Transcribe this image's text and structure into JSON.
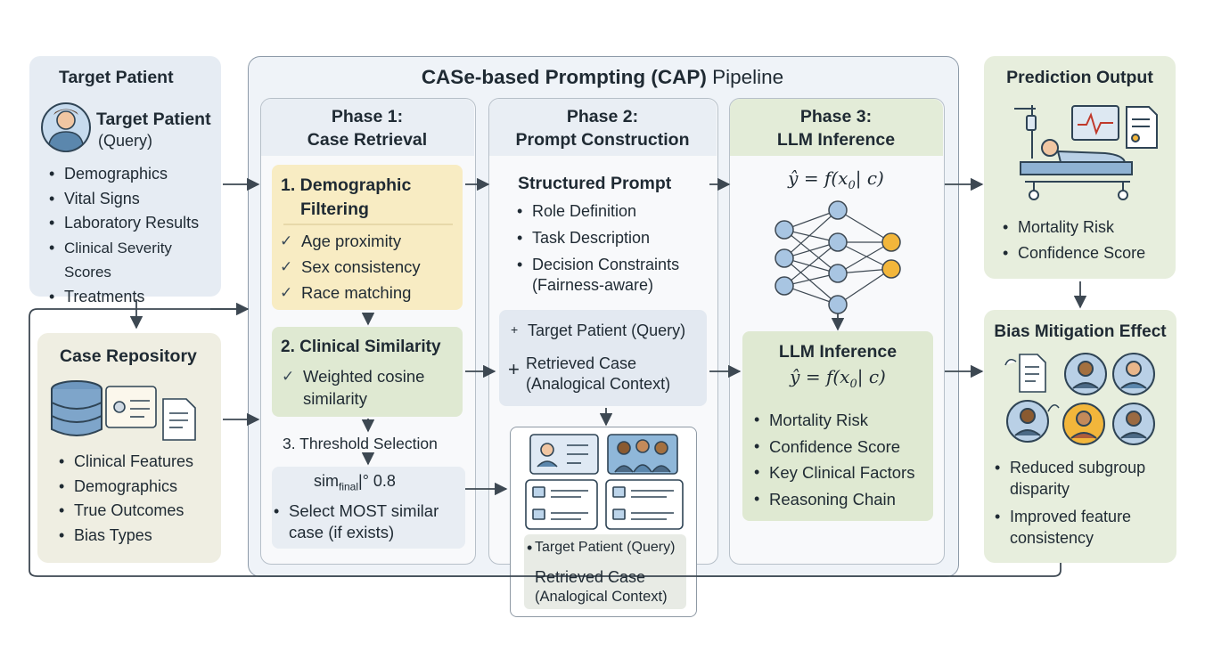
{
  "colors": {
    "blue_panel": "#e6ecf3",
    "beige_panel": "#efeee2",
    "green_panel": "#e7eedd",
    "yellow_panel": "#f8ecc3",
    "green_inner": "#dfe9d2",
    "pipeline_bg": "#eff3f8",
    "line": "#3d4852",
    "node_blue": "#a8c5e2",
    "node_orange": "#f2b63b"
  },
  "target_patient": {
    "title": "Target Patient",
    "label": "Target Patient",
    "sublabel": "(Query)",
    "items": [
      "Demographics",
      "Vital Signs",
      "Laboratory Results",
      "Clinical Severity Scores",
      "Treatments"
    ]
  },
  "case_repository": {
    "title": "Case Repository",
    "items": [
      "Clinical Features",
      "Demographics",
      "True Outcomes",
      "Bias Types"
    ]
  },
  "pipeline": {
    "title_main": "CASe-based Prompting (CAP)",
    "title_rest": "Pipeline"
  },
  "phase1": {
    "title_line1": "Phase 1:",
    "title_line2": "Case Retrieval",
    "step1_title_line1": "1. Demographic",
    "step1_title_line2": "Filtering",
    "step1_items": [
      "Age proximity",
      "Sex consistency",
      "Race matching"
    ],
    "step2_title": "2. Clinical Similarity",
    "step2_items": [
      "Weighted cosine similarity"
    ],
    "step3_title": "3. Threshold Selection",
    "sim_label": "sim",
    "sim_sub": "final",
    "sim_op": "|° 0.8",
    "select_label": "Select MOST similar case (if exists)"
  },
  "phase2": {
    "title_line1": "Phase 2:",
    "title_line2": "Prompt Construction",
    "structured_title": "Structured Prompt",
    "structured_items": [
      "Role Definition",
      "Task Description",
      "Decision Constraints (Fairness-aware)"
    ],
    "target_query": "Target Patient (Query)",
    "retrieved_case": "Retrieved Case",
    "retrieved_sub": "(Analogical Context)",
    "plus_small": "+",
    "plus_big": "+",
    "card_target": "Target Patient (Query)",
    "card_retrieved": "Retrieved Case",
    "card_retrieved_sub": "(Analogical Context)"
  },
  "phase3": {
    "title_line1": "Phase 3:",
    "title_line2": "LLM Inference",
    "formula_lhs": "ŷ = f(x",
    "formula_sub": "0",
    "formula_rhs": "| c)",
    "inner_title": "LLM Inference",
    "inner_items": [
      "Mortality Risk",
      "Confidence Score",
      "Key Clinical Factors",
      "Reasoning Chain"
    ]
  },
  "prediction_output": {
    "title": "Prediction Output",
    "items": [
      "Mortality Risk",
      "Confidence Score"
    ]
  },
  "bias_mitigation": {
    "title": "Bias Mitigation Effect",
    "items": [
      "Reduced subgroup disparity",
      "Improved feature consistency"
    ]
  }
}
